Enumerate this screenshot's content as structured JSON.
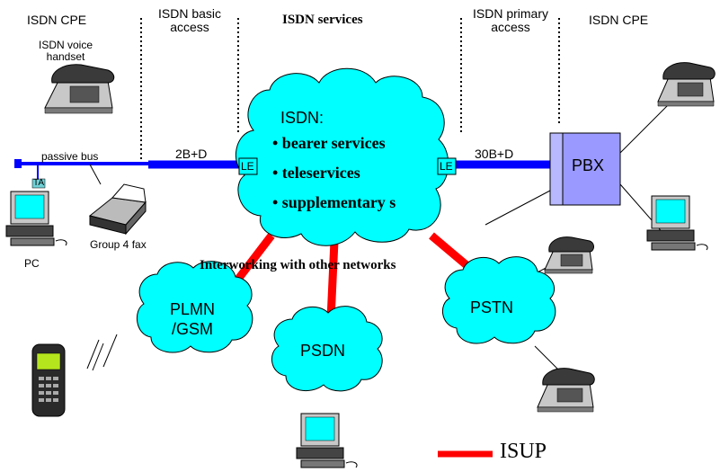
{
  "regions": {
    "cpe_left": "ISDN CPE",
    "basic_access": "ISDN basic access",
    "services": "ISDN services",
    "primary_access": "ISDN primary access",
    "cpe_right": "ISDN CPE"
  },
  "left_side": {
    "voice_handset": "ISDN voice handset",
    "passive_bus": "passive bus",
    "ta": "TA",
    "pc": "PC",
    "fax": "Group 4 fax"
  },
  "links": {
    "basic_rate": "2B+D",
    "primary_rate": "30B+D",
    "le_left": "LE",
    "le_right": "LE"
  },
  "isdn_cloud": {
    "title": "ISDN:",
    "services": [
      "• bearer services",
      "• teleservices",
      "• supplementary s"
    ]
  },
  "pbx": "PBX",
  "interworking": "Interworking with other networks",
  "networks": {
    "plmn": "PLMN /GSM",
    "psdn": "PSDN",
    "pstn": "PSTN"
  },
  "legend": {
    "isup": "ISUP"
  },
  "colors": {
    "isup_line": "#ff0000",
    "access_line": "#0000ff",
    "cloud_fill": "#00ffff",
    "pbx_fill": "#9999ff"
  }
}
